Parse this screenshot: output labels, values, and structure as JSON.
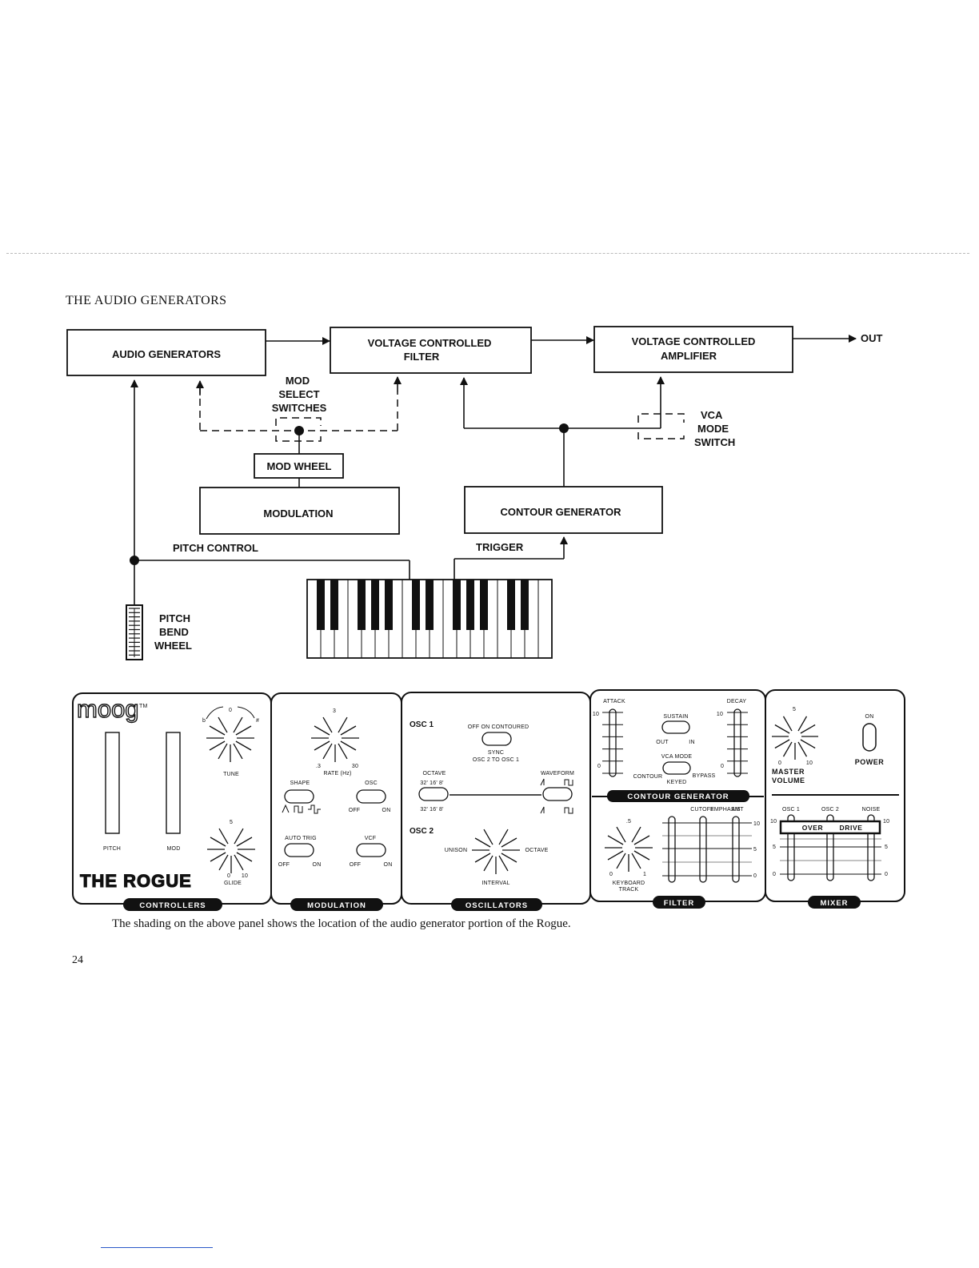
{
  "heading": "THE AUDIO GENERATORS",
  "caption": "The shading on the above panel shows the location of the audio generator portion of the Rogue.",
  "page_number": "24",
  "diagram": {
    "audio_generators": "AUDIO GENERATORS",
    "vcf_1": "VOLTAGE CONTROLLED",
    "vcf_2": "FILTER",
    "vca_1": "VOLTAGE CONTROLLED",
    "vca_2": "AMPLIFIER",
    "out": "OUT",
    "mod_select_1": "MOD",
    "mod_select_2": "SELECT",
    "mod_select_3": "SWITCHES",
    "vca_mode_1": "VCA",
    "vca_mode_2": "MODE",
    "vca_mode_3": "SWITCH",
    "mod_wheel": "MOD WHEEL",
    "modulation": "MODULATION",
    "contour_generator": "CONTOUR GENERATOR",
    "pitch_control": "PITCH CONTROL",
    "trigger": "TRIGGER",
    "pitch_bend_1": "PITCH",
    "pitch_bend_2": "BEND",
    "pitch_bend_3": "WHEEL"
  },
  "panel": {
    "brand": "moog",
    "brand_mark": "TM",
    "model": "THE ROGUE",
    "controllers": {
      "section": "CONTROLLERS",
      "pitch": "PITCH",
      "mod": "MOD",
      "tune": "TUNE",
      "tune_flat": "b",
      "tune_zero": "0",
      "tune_sharp": "#",
      "glide": "GLIDE",
      "glide_mid": "5",
      "glide_min": "0",
      "glide_max": "10"
    },
    "modulation": {
      "section": "MODULATION",
      "rate_top": "3",
      "rate_min": ".3",
      "rate_max": "30",
      "rate": "RATE (Hz)",
      "shape": "SHAPE",
      "osc": "OSC",
      "off": "OFF",
      "on": "ON",
      "auto_trig": "AUTO TRIG",
      "vcf": "VCF"
    },
    "oscillators": {
      "section": "OSCILLATORS",
      "osc1": "OSC 1",
      "osc2": "OSC 2",
      "sync_modes": "OFF  ON  CONTOURED",
      "sync": "SYNC",
      "sync_detail": "OSC 2 TO OSC 1",
      "octave": "OCTAVE",
      "waveform": "WAVEFORM",
      "footages": "32'  16'  8'",
      "unison": "UNISON",
      "octave2": "OCTAVE",
      "interval": "INTERVAL"
    },
    "contour": {
      "section": "CONTOUR GENERATOR",
      "attack": "ATTACK",
      "decay": "DECAY",
      "sustain": "SUSTAIN",
      "out": "OUT",
      "in": "IN",
      "vca_mode": "VCA MODE",
      "contour": "CONTOUR",
      "keyed": "KEYED",
      "bypass": "BYPASS",
      "scale_max": "10",
      "scale_min": "0"
    },
    "filter": {
      "section": "FILTER",
      "cutoff": "CUTOFF",
      "emphasis": "EMPHASIS",
      "amt": "AMT",
      "keyboard": "KEYBOARD",
      "track": "TRACK",
      "kt_mid": ".5",
      "kt_min": "0",
      "kt_max": "1",
      "scale_max": "10",
      "scale_mid": "5",
      "scale_min": "0"
    },
    "master": {
      "volume_1": "MASTER",
      "volume_2": "VOLUME",
      "vol_mid": "5",
      "vol_min": "0",
      "vol_max": "10",
      "on": "ON",
      "power": "POWER"
    },
    "mixer": {
      "section": "MIXER",
      "osc1": "OSC 1",
      "osc2": "OSC 2",
      "noise": "NOISE",
      "over": "OVER",
      "drive": "DRIVE",
      "scale_max": "10",
      "scale_mid": "5",
      "scale_min": "0"
    }
  }
}
